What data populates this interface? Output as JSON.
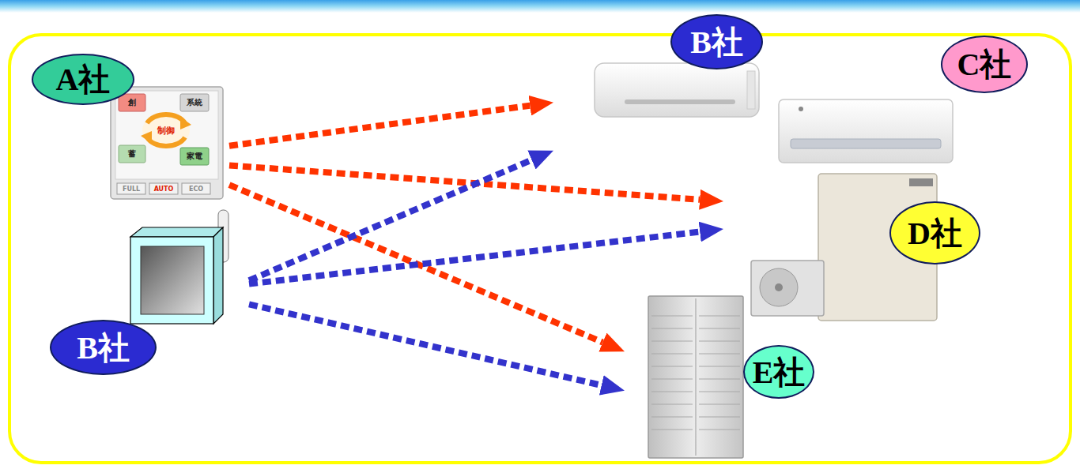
{
  "diagram": {
    "nodes": [
      {
        "text": [
          "A社"
        ]
      },
      {
        "text": [
          "B社"
        ]
      },
      {
        "text": [
          "B社"
        ]
      },
      {
        "text": [
          "C社"
        ]
      },
      {
        "text": [
          "D社"
        ]
      },
      {
        "text": [
          "E社"
        ]
      }
    ],
    "edges": [
      {
        "from": 0,
        "to": 2,
        "arrow": "to"
      },
      {
        "from": 0,
        "to": 4,
        "arrow": "to"
      },
      {
        "from": 0,
        "to": 5,
        "arrow": "to"
      },
      {
        "from": 1,
        "to": 2,
        "arrow": "to"
      },
      {
        "from": 1,
        "to": 4,
        "arrow": "to"
      },
      {
        "from": 1,
        "to": 5,
        "arrow": "to"
      }
    ],
    "labels": [
      "創",
      "系統",
      "制御",
      "蓄",
      "家電",
      "FULL",
      "AUTO",
      "ECO"
    ]
  }
}
